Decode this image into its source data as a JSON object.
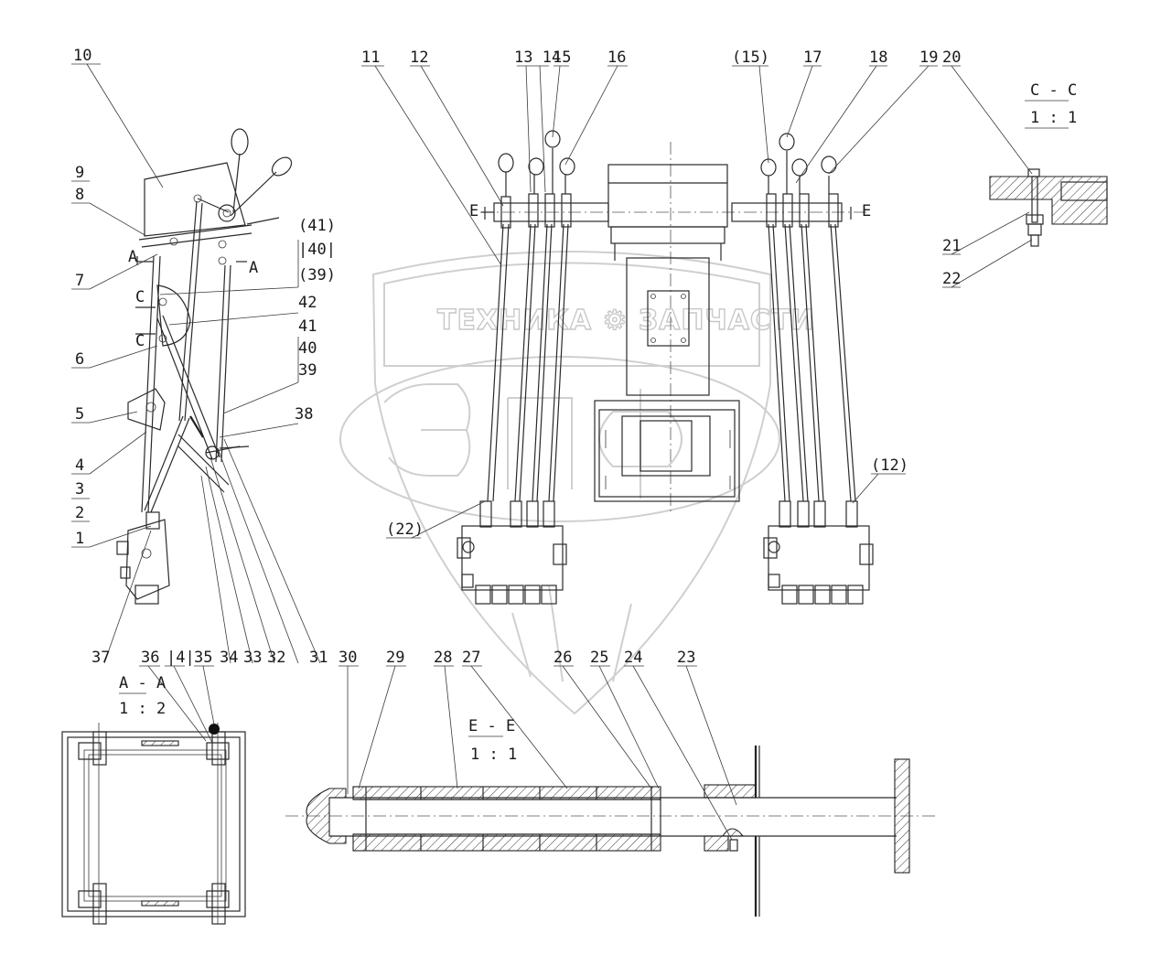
{
  "drawing": {
    "watermark_text": "ТЕХНИКА ⚙ ЗАПЧАСТИ",
    "callouts": [
      {
        "id": "c10",
        "text": "10"
      },
      {
        "id": "c9",
        "text": "9"
      },
      {
        "id": "c8",
        "text": "8"
      },
      {
        "id": "c7",
        "text": "7"
      },
      {
        "id": "c6",
        "text": "6"
      },
      {
        "id": "c5",
        "text": "5"
      },
      {
        "id": "c4",
        "text": "4"
      },
      {
        "id": "c3",
        "text": "3"
      },
      {
        "id": "c2",
        "text": "2"
      },
      {
        "id": "c1",
        "text": "1"
      },
      {
        "id": "c41a",
        "text": "(41)"
      },
      {
        "id": "c40a",
        "text": "|40|"
      },
      {
        "id": "c39a",
        "text": "(39)"
      },
      {
        "id": "c42",
        "text": "42"
      },
      {
        "id": "c41b",
        "text": "41"
      },
      {
        "id": "c40b",
        "text": "40"
      },
      {
        "id": "c39b",
        "text": "39"
      },
      {
        "id": "c38",
        "text": "38"
      },
      {
        "id": "c37",
        "text": "37"
      },
      {
        "id": "c36",
        "text": "36"
      },
      {
        "id": "c4b",
        "text": "|4|"
      },
      {
        "id": "c35",
        "text": "35"
      },
      {
        "id": "c34",
        "text": "34"
      },
      {
        "id": "c33",
        "text": "33"
      },
      {
        "id": "c32",
        "text": "32"
      },
      {
        "id": "c31",
        "text": "31"
      },
      {
        "id": "c30",
        "text": "30"
      },
      {
        "id": "c29",
        "text": "29"
      },
      {
        "id": "c28",
        "text": "28"
      },
      {
        "id": "c27",
        "text": "27"
      },
      {
        "id": "c26",
        "text": "26"
      },
      {
        "id": "c25",
        "text": "25"
      },
      {
        "id": "c24",
        "text": "24"
      },
      {
        "id": "c23",
        "text": "23"
      },
      {
        "id": "c11",
        "text": "11"
      },
      {
        "id": "c12",
        "text": "12"
      },
      {
        "id": "c1314",
        "text": "13 14"
      },
      {
        "id": "c15",
        "text": "15"
      },
      {
        "id": "c16",
        "text": "16"
      },
      {
        "id": "c15p",
        "text": "(15)"
      },
      {
        "id": "c17",
        "text": "17"
      },
      {
        "id": "c18",
        "text": "18"
      },
      {
        "id": "c19",
        "text": "19"
      },
      {
        "id": "c20",
        "text": "20"
      },
      {
        "id": "c21",
        "text": "21"
      },
      {
        "id": "c22",
        "text": "22"
      },
      {
        "id": "c22p",
        "text": "(22)"
      },
      {
        "id": "c12p",
        "text": "(12)"
      }
    ],
    "section_marks": {
      "A_left": "A",
      "A_right": "A",
      "C_top": "C",
      "C_bottom": "C",
      "E_left": "E",
      "E_right": "E"
    },
    "section_titles": [
      {
        "id": "cc",
        "name": "C - C",
        "scale": "1 : 1"
      },
      {
        "id": "aa",
        "name": "A - A",
        "scale": "1 : 2"
      },
      {
        "id": "ee",
        "name": "E - E",
        "scale": "1 : 1"
      }
    ]
  }
}
